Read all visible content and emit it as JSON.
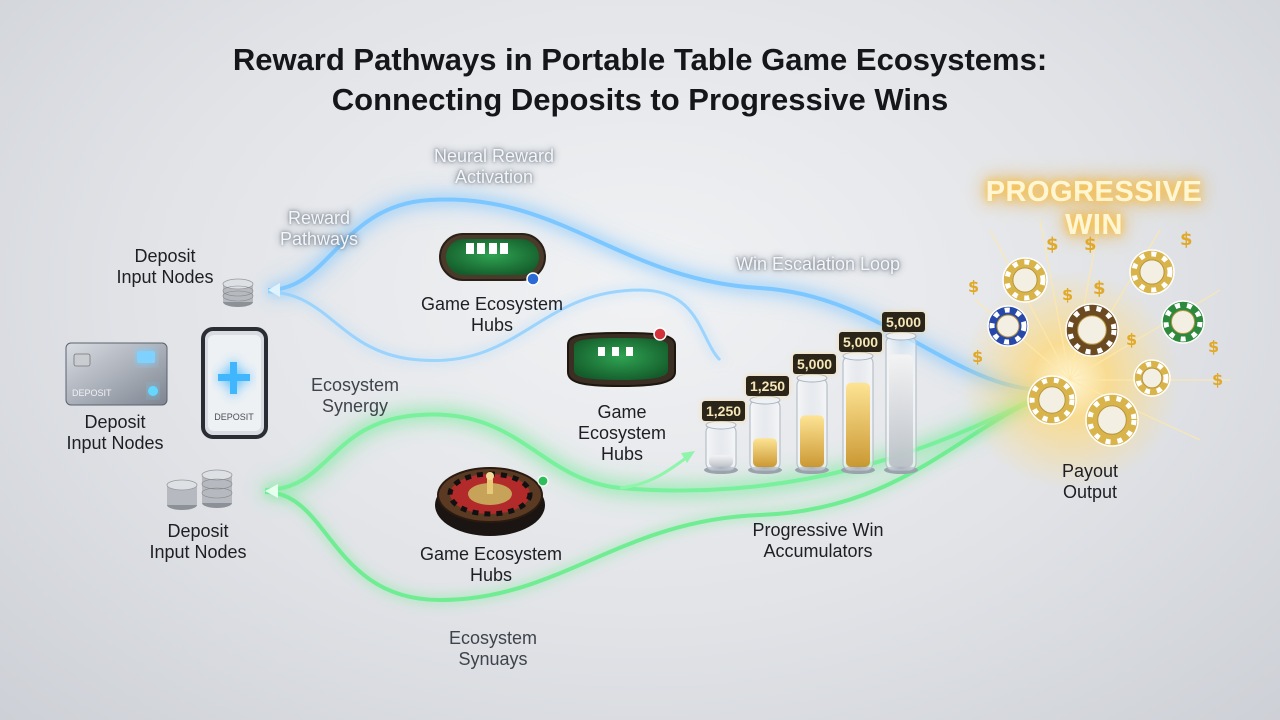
{
  "title": {
    "line1": "Reward Pathways in Portable Table Game Ecosystems:",
    "line2": "Connecting Deposits to Progressive Wins"
  },
  "labels": {
    "neural_reward_1": "Neural Reward",
    "neural_reward_2": "Activation",
    "reward_pathways_1": "Reward",
    "reward_pathways_2": "Pathways",
    "deposit_top_1": "Deposit",
    "deposit_top_2": "Input Nodes",
    "deposit_mid_1": "Deposit",
    "deposit_mid_2": "Input Nodes",
    "deposit_bot_1": "Deposit",
    "deposit_bot_2": "Input Nodes",
    "hub_top_1": "Game Ecosystem",
    "hub_top_2": "Hubs",
    "hub_mid_1": "Game",
    "hub_mid_2": "Ecosystem",
    "hub_mid_3": "Hubs",
    "hub_bot_1": "Game Ecosystem",
    "hub_bot_2": "Hubs",
    "ecosystem_synergy_1": "Ecosystem",
    "ecosystem_synergy_2": "Synergy",
    "ecosystem_synuays_1": "Ecosystem",
    "ecosystem_synuays_2": "Synuays",
    "win_escalation": "Win Escalation Loop",
    "accumulators_1": "Progressive Win",
    "accumulators_2": "Accumulators",
    "payout_1": "Payout",
    "payout_2": "Output",
    "progressive_win": "PROGRESSIVE WIN"
  },
  "devices": {
    "card_text": "DEPOSIT",
    "phone_text": "DEPOSIT"
  },
  "accumulators": [
    {
      "label": "1,250",
      "level": 0.3
    },
    {
      "label": "1,250",
      "level": 0.45
    },
    {
      "label": "5,000",
      "level": 0.6
    },
    {
      "label": "5,000",
      "level": 0.78
    },
    {
      "label": "5,000",
      "level": 0.88
    }
  ],
  "colors": {
    "blue_path": "#5fb8ff",
    "green_path": "#4be37a",
    "gold": "#e9b33b",
    "felt": "#1f7a3c"
  }
}
